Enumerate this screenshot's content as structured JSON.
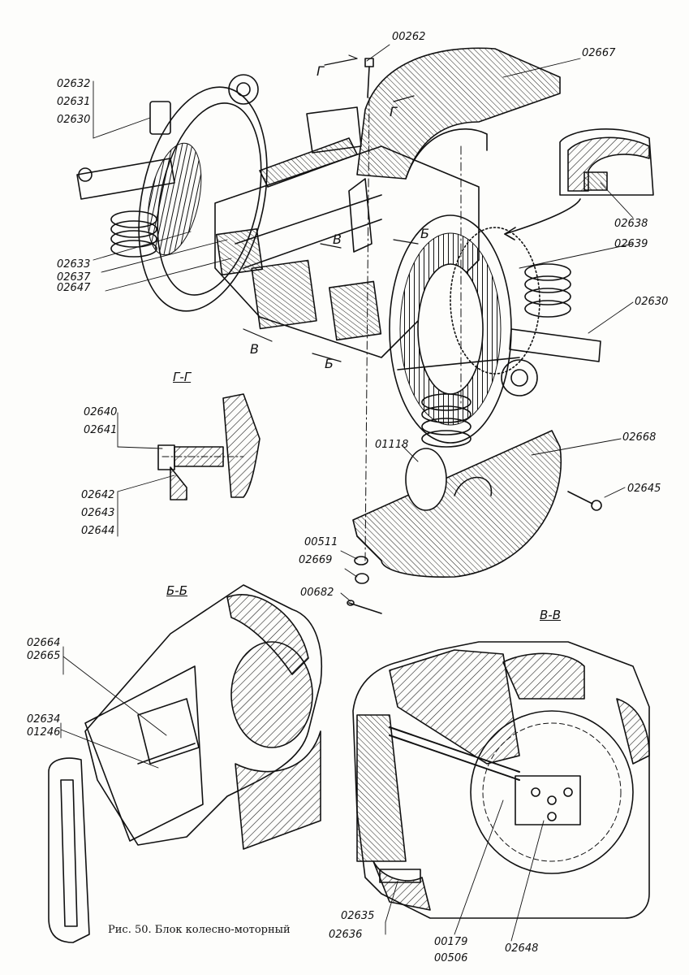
{
  "figure": {
    "caption": "Рис. 50. Блок колесно-моторный",
    "sections": {
      "g_g": "Г-Г",
      "b_b": "Б-Б",
      "v_v": "В-В"
    },
    "cut_marks": {
      "g": "Г",
      "b": "Б",
      "v": "В"
    },
    "part_numbers": [
      "00262",
      "02667",
      "02632",
      "02631",
      "02630",
      "02638",
      "02639",
      "02633",
      "02637",
      "02647",
      "02630",
      "02640",
      "02641",
      "01118",
      "02668",
      "02642",
      "02643",
      "02644",
      "02645",
      "00511",
      "02669",
      "00682",
      "02664",
      "02665",
      "02634",
      "01246",
      "02635",
      "02636",
      "00179",
      "00506",
      "02648"
    ]
  }
}
